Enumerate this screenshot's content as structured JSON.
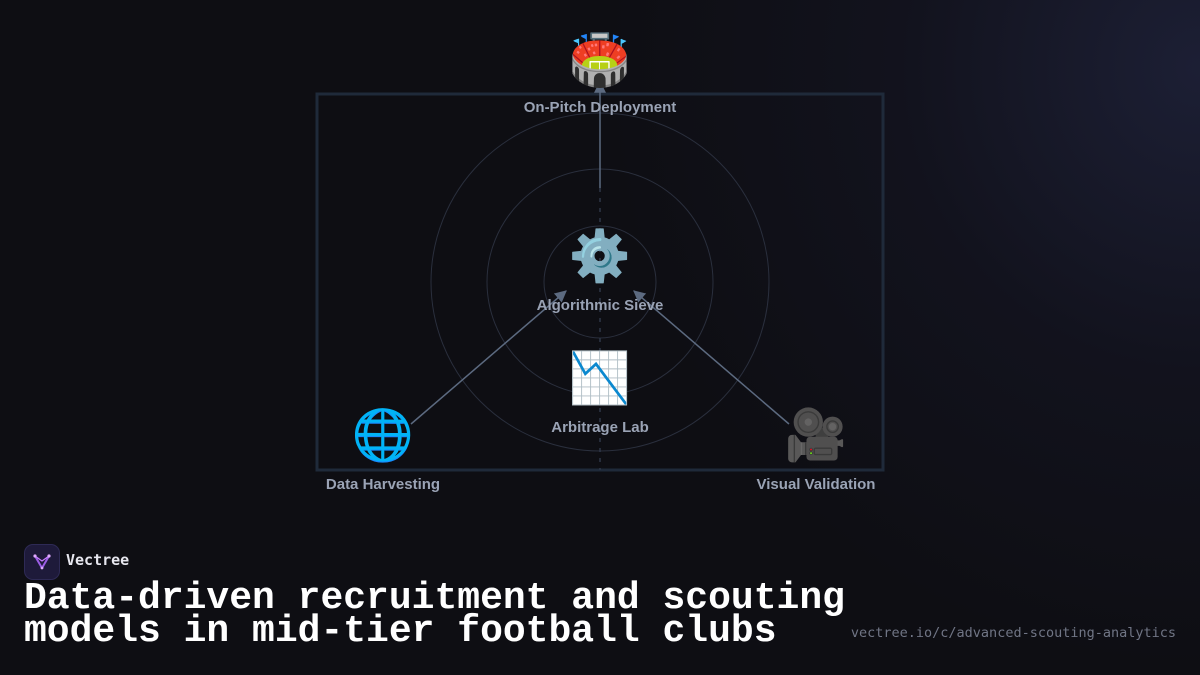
{
  "diagram": {
    "nodes": {
      "top": {
        "label": "On-Pitch Deployment",
        "icon": "stadium-icon",
        "glyph": "🏟️"
      },
      "center": {
        "label": "Algorithmic Sieve",
        "icon": "gear-icon",
        "glyph": "⚙️"
      },
      "inner": {
        "label": "Arbitrage Lab",
        "icon": "chart-decreasing-icon",
        "glyph": "📉"
      },
      "left": {
        "label": "Data Harvesting",
        "icon": "globe-icon",
        "glyph": "🌐"
      },
      "right": {
        "label": "Visual Validation",
        "icon": "movie-camera-icon",
        "glyph": "🎥"
      }
    },
    "colors": {
      "frame": "#1f2a3a",
      "connector": "#5c6a80",
      "ring": "#2a2f3d"
    }
  },
  "brand": {
    "name": "Vectree"
  },
  "headline": {
    "line1": "Data-driven recruitment and scouting",
    "line2": "models in mid-tier football clubs"
  },
  "url": "vectree.io/c/advanced-scouting-analytics"
}
